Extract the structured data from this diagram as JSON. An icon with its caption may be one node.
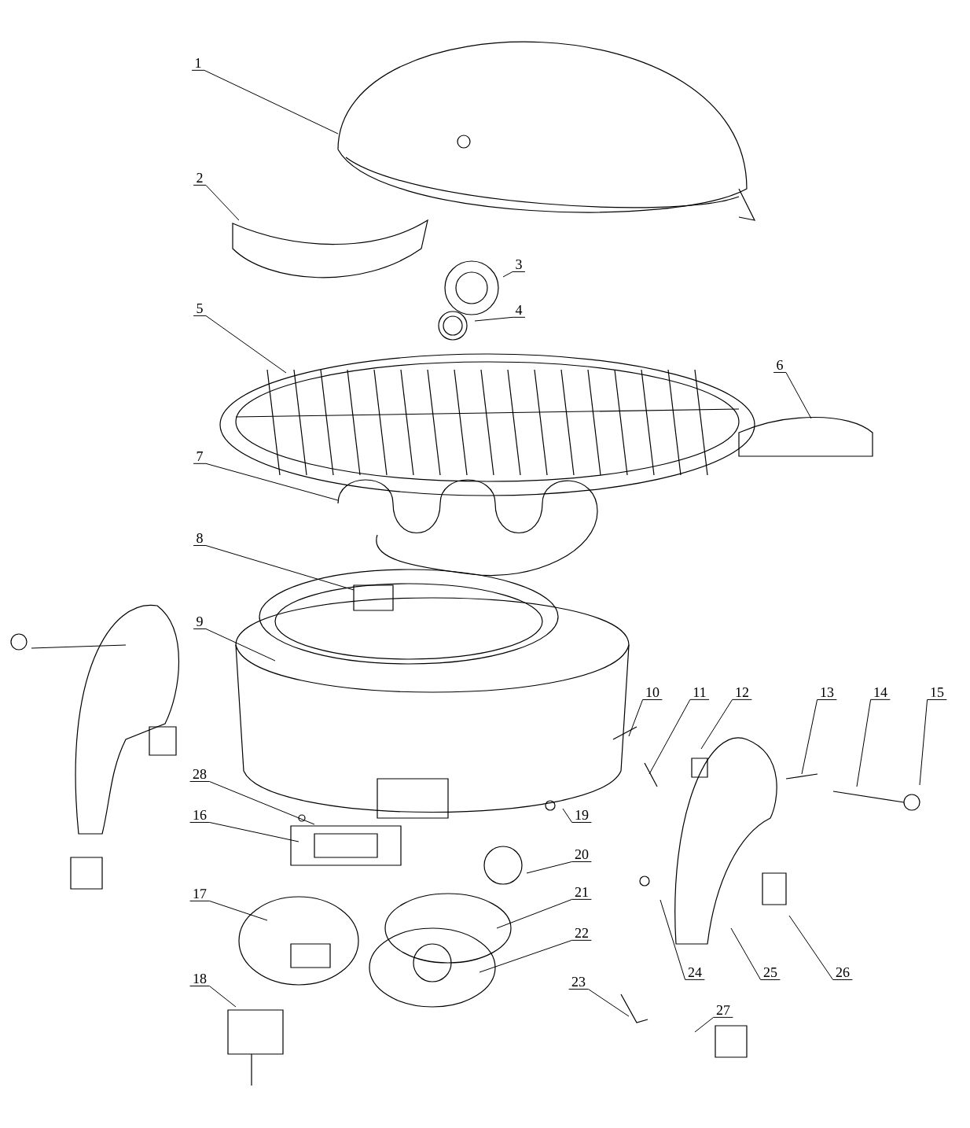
{
  "diagram": {
    "nodes": [
      {
        "text": [
          "1"
        ]
      },
      {
        "text": [
          "2"
        ]
      },
      {
        "text": [
          "3"
        ]
      },
      {
        "text": [
          "4"
        ]
      },
      {
        "text": [
          "5"
        ]
      },
      {
        "text": [
          "6"
        ]
      },
      {
        "text": [
          "7"
        ]
      },
      {
        "text": [
          "8"
        ]
      },
      {
        "text": [
          "9"
        ]
      },
      {
        "text": [
          "10"
        ]
      },
      {
        "text": [
          "11"
        ]
      },
      {
        "text": [
          "12"
        ]
      },
      {
        "text": [
          "13"
        ]
      },
      {
        "text": [
          "14"
        ]
      },
      {
        "text": [
          "15"
        ]
      },
      {
        "text": [
          "16"
        ]
      },
      {
        "text": [
          "17"
        ]
      },
      {
        "text": [
          "18"
        ]
      },
      {
        "text": [
          "19"
        ]
      },
      {
        "text": [
          "20"
        ]
      },
      {
        "text": [
          "21"
        ]
      },
      {
        "text": [
          "22"
        ]
      },
      {
        "text": [
          "23"
        ]
      },
      {
        "text": [
          "24"
        ]
      },
      {
        "text": [
          "25"
        ]
      },
      {
        "text": [
          "26"
        ]
      },
      {
        "text": [
          "27"
        ]
      },
      {
        "text": [
          "28"
        ]
      }
    ],
    "edges": [
      {
        "from": 0,
        "to": null,
        "arrow": "none"
      },
      {
        "from": 1,
        "to": null,
        "arrow": "none"
      },
      {
        "from": 2,
        "to": null,
        "arrow": "none"
      },
      {
        "from": 3,
        "to": null,
        "arrow": "none"
      },
      {
        "from": 4,
        "to": null,
        "arrow": "none"
      },
      {
        "from": 5,
        "to": null,
        "arrow": "none"
      },
      {
        "from": 6,
        "to": null,
        "arrow": "none"
      },
      {
        "from": 7,
        "to": null,
        "arrow": "none"
      },
      {
        "from": 8,
        "to": null,
        "arrow": "none"
      },
      {
        "from": 9,
        "to": null,
        "arrow": "none"
      },
      {
        "from": 10,
        "to": null,
        "arrow": "none"
      },
      {
        "from": 11,
        "to": null,
        "arrow": "none"
      },
      {
        "from": 12,
        "to": null,
        "arrow": "none"
      },
      {
        "from": 13,
        "to": null,
        "arrow": "none"
      },
      {
        "from": 14,
        "to": null,
        "arrow": "none"
      },
      {
        "from": 15,
        "to": null,
        "arrow": "none"
      },
      {
        "from": 16,
        "to": null,
        "arrow": "none"
      },
      {
        "from": 17,
        "to": null,
        "arrow": "none"
      },
      {
        "from": 18,
        "to": null,
        "arrow": "none"
      },
      {
        "from": 19,
        "to": null,
        "arrow": "none"
      },
      {
        "from": 20,
        "to": null,
        "arrow": "none"
      },
      {
        "from": 21,
        "to": null,
        "arrow": "none"
      },
      {
        "from": 22,
        "to": null,
        "arrow": "none"
      },
      {
        "from": 23,
        "to": null,
        "arrow": "none"
      },
      {
        "from": 24,
        "to": null,
        "arrow": "none"
      },
      {
        "from": 25,
        "to": null,
        "arrow": "none"
      },
      {
        "from": 26,
        "to": null,
        "arrow": "none"
      },
      {
        "from": 27,
        "to": null,
        "arrow": "none"
      }
    ]
  }
}
